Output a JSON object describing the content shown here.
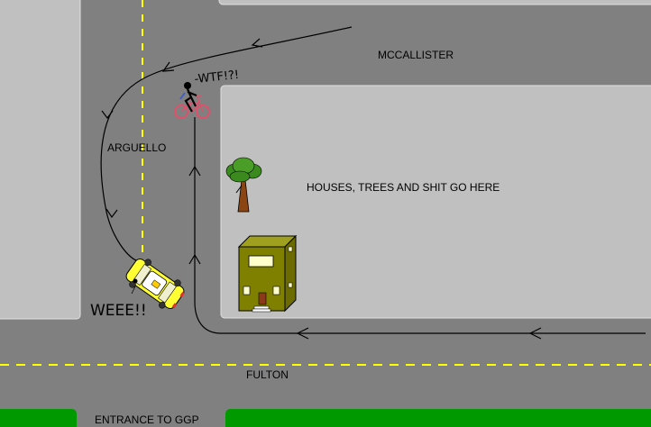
{
  "streets": {
    "north": "MCCALLISTER",
    "west": "ARGUELLO",
    "south": "FULTON",
    "park_entrance": "ENTRANCE TO GGP"
  },
  "block_label": "HOUSES, TREES AND SHIT GO HERE",
  "cyclist_exclaim": "-WTF!?!",
  "car_exclaim": "WEEE!!",
  "colors": {
    "road": "#808080",
    "block": "#c0c0c0",
    "grass": "#009900",
    "center_line": "#ffff00",
    "building": "#808000",
    "taxi": "#ffff33",
    "bike": "#e0506a"
  },
  "icons": [
    "tree-icon",
    "building-icon",
    "taxi-icon",
    "bicycle-icon",
    "cyclist-icon"
  ]
}
